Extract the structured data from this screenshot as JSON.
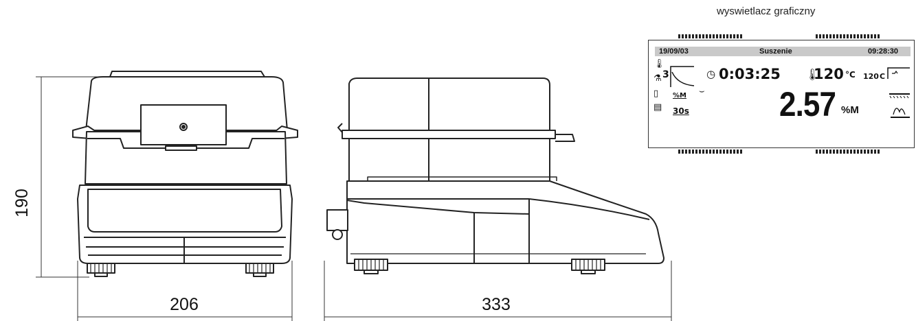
{
  "caption": "wyswietlacz graficzny",
  "dimensions": {
    "height": "190",
    "front_width": "206",
    "side_depth": "333"
  },
  "display": {
    "date": "19/09/03",
    "mode": "Suszenie",
    "clock": "09:28:30",
    "elapsed_time": "0:03:25",
    "temperature": "120",
    "temperature_unit": "°C",
    "set_temperature": "120",
    "set_temperature_unit": "C",
    "program_number": "3",
    "result_unit_box": "%M",
    "interval_box": "30s",
    "result_value": "2.57",
    "result_unit": "%M"
  }
}
